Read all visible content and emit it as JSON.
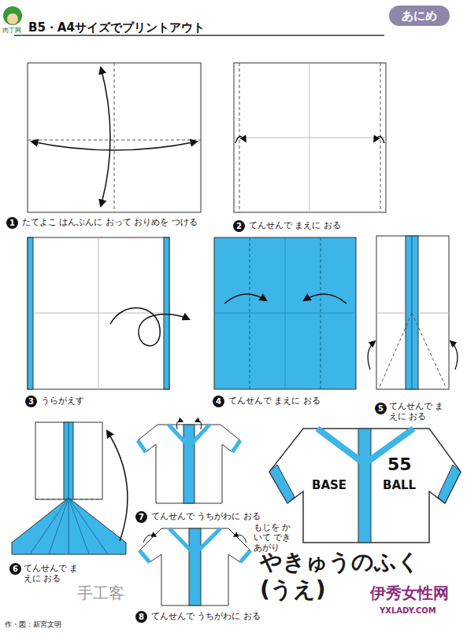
{
  "diagram": {
    "title": "やきゅうのふく (うえ)",
    "nodes": [
      {
        "text": [
          "あにめ"
        ]
      }
    ],
    "labels": [
      "B5・A4サイズでプリントアウト",
      "1",
      "たてよこ はんぶんに おって おりめを つける",
      "2",
      "てんせんで まえに おる",
      "3",
      "うらがえす",
      "4",
      "てんせんで まえに おる",
      "5",
      "てんせんで まえに おる",
      "6",
      "てんせんで まえに おる",
      "7",
      "てんせんで うちがわに おる",
      "8",
      "てんせんで うちがわに おる",
      "もじを かいて できあがり",
      "55",
      "BASE",
      "BALL",
      "作・図：新宮文明",
      "肉丁网",
      "手工客",
      "伊秀女性网",
      "YXLADY.COM"
    ]
  }
}
